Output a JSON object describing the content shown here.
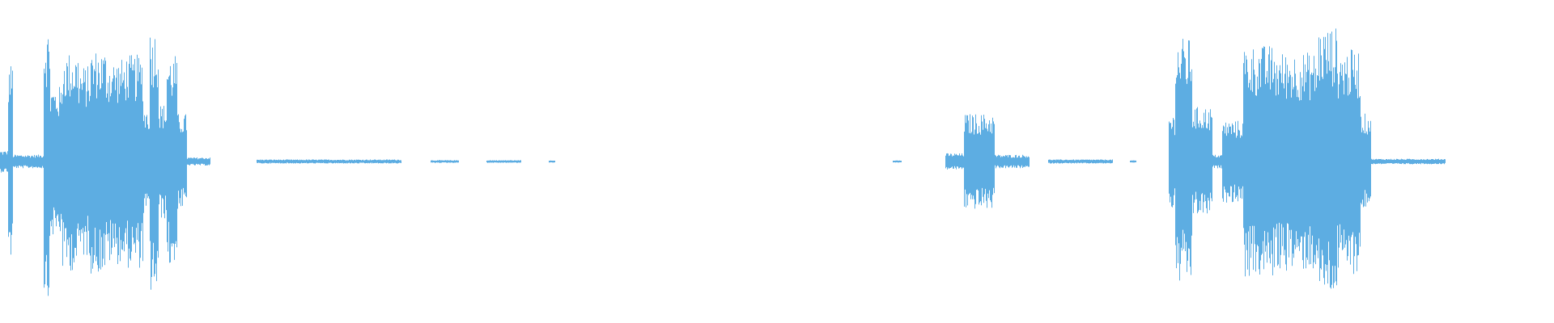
{
  "waveform": {
    "color": "#5dade2",
    "segments": [
      {
        "start": 0.0,
        "end": 0.007,
        "amp": 0.08
      },
      {
        "start": 0.005,
        "end": 0.008,
        "amp": 0.72
      },
      {
        "start": 0.008,
        "end": 0.028,
        "amp": 0.05
      },
      {
        "start": 0.028,
        "end": 0.032,
        "amp": 0.98
      },
      {
        "start": 0.032,
        "end": 0.04,
        "amp": 0.55
      },
      {
        "start": 0.04,
        "end": 0.05,
        "amp": 0.8
      },
      {
        "start": 0.05,
        "end": 0.058,
        "amp": 0.7
      },
      {
        "start": 0.058,
        "end": 0.068,
        "amp": 0.82
      },
      {
        "start": 0.068,
        "end": 0.08,
        "amp": 0.75
      },
      {
        "start": 0.08,
        "end": 0.092,
        "amp": 0.78
      },
      {
        "start": 0.092,
        "end": 0.096,
        "amp": 0.4
      },
      {
        "start": 0.096,
        "end": 0.102,
        "amp": 0.97
      },
      {
        "start": 0.102,
        "end": 0.107,
        "amp": 0.42
      },
      {
        "start": 0.107,
        "end": 0.114,
        "amp": 0.78
      },
      {
        "start": 0.114,
        "end": 0.12,
        "amp": 0.35
      },
      {
        "start": 0.12,
        "end": 0.135,
        "amp": 0.03
      },
      {
        "start": 0.165,
        "end": 0.258,
        "amp": 0.015
      },
      {
        "start": 0.277,
        "end": 0.295,
        "amp": 0.01
      },
      {
        "start": 0.313,
        "end": 0.335,
        "amp": 0.01
      },
      {
        "start": 0.353,
        "end": 0.357,
        "amp": 0.008
      },
      {
        "start": 0.574,
        "end": 0.58,
        "amp": 0.008
      },
      {
        "start": 0.608,
        "end": 0.62,
        "amp": 0.06
      },
      {
        "start": 0.62,
        "end": 0.64,
        "amp": 0.35
      },
      {
        "start": 0.64,
        "end": 0.662,
        "amp": 0.05
      },
      {
        "start": 0.674,
        "end": 0.716,
        "amp": 0.015
      },
      {
        "start": 0.727,
        "end": 0.731,
        "amp": 0.008
      },
      {
        "start": 0.752,
        "end": 0.756,
        "amp": 0.35
      },
      {
        "start": 0.756,
        "end": 0.767,
        "amp": 0.9
      },
      {
        "start": 0.767,
        "end": 0.78,
        "amp": 0.4
      },
      {
        "start": 0.78,
        "end": 0.786,
        "amp": 0.05
      },
      {
        "start": 0.786,
        "end": 0.8,
        "amp": 0.3
      },
      {
        "start": 0.8,
        "end": 0.82,
        "amp": 0.85
      },
      {
        "start": 0.82,
        "end": 0.848,
        "amp": 0.8
      },
      {
        "start": 0.848,
        "end": 0.86,
        "amp": 0.98
      },
      {
        "start": 0.86,
        "end": 0.875,
        "amp": 0.82
      },
      {
        "start": 0.875,
        "end": 0.882,
        "amp": 0.35
      },
      {
        "start": 0.882,
        "end": 0.93,
        "amp": 0.02
      }
    ]
  }
}
